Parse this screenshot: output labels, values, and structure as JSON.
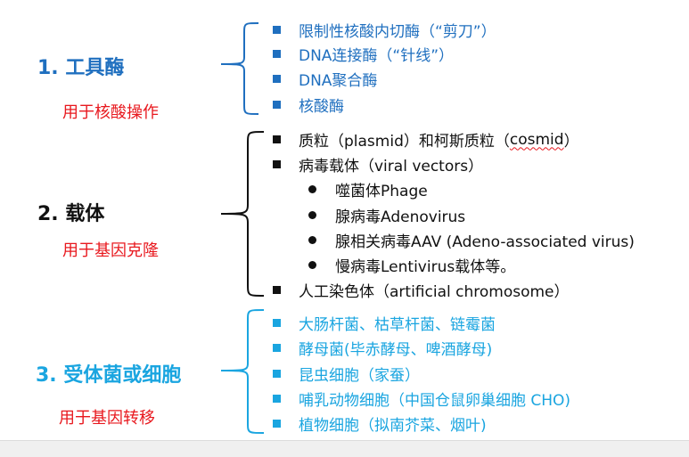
{
  "sections": [
    {
      "title": "1. 工具酶",
      "subtitle": "用于核酸操作",
      "color": "#1f6fbf",
      "items": [
        "限制性核酸内切酶（“剪刀”）",
        "DNA连接酶（“针线”）",
        "DNA聚合酶",
        "核酸酶"
      ]
    },
    {
      "title": "2. 载体",
      "subtitle": "用于基因克隆",
      "color": "#111111",
      "items": [
        {
          "text_a": "质粒（plasmid）和柯斯质粒（",
          "text_b": "cosmid",
          "text_c": "）"
        },
        {
          "text": "病毒载体（viral vectors）"
        },
        {
          "text": "人工染色体（artificial chromosome）"
        }
      ],
      "virus_subitems": [
        "噬菌体Phage",
        "腺病毒Adenovirus",
        "腺相关病毒AAV (Adeno-associated virus)",
        "慢病毒Lentivirus载体等。"
      ]
    },
    {
      "title": "3. 受体菌或细胞",
      "subtitle": "用于基因转移",
      "color": "#1aa5e0",
      "items": [
        "大肠杆菌、枯草杆菌、链霉菌",
        "酵母菌(毕赤酵母、啤酒酵母)",
        "昆虫细胞（家蚕）",
        "哺乳动物细胞（中国仓鼠卵巢细胞 CHO)",
        "植物细胞（拟南芥菜、烟叶)"
      ]
    }
  ],
  "colors": {
    "subtitle": "#e8181e",
    "background": "#ffffff"
  }
}
